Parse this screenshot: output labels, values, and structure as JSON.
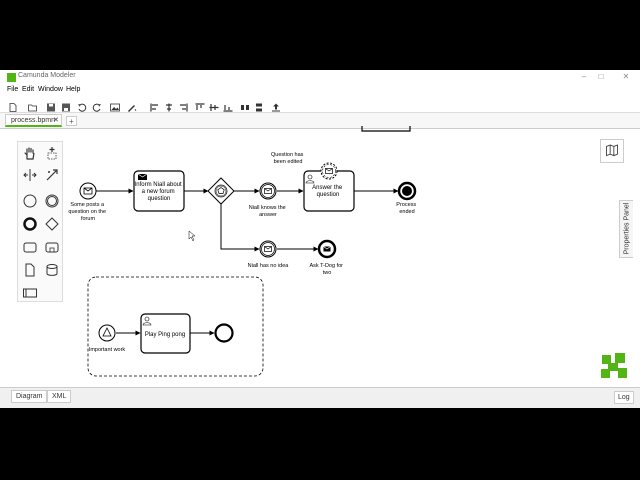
{
  "window": {
    "title": "Camunda Modeler",
    "controls": [
      "–",
      "□",
      "✕"
    ]
  },
  "menu": {
    "items": [
      "File",
      "Edit",
      "Window",
      "Help"
    ]
  },
  "tabs": {
    "active": "process.bpmn",
    "close": "✕",
    "add": "+"
  },
  "bottom": {
    "diagram": "Diagram",
    "xml": "XML",
    "log": "Log"
  },
  "properties_panel": {
    "label": "Properties Panel"
  },
  "diagram": {
    "start_event_label": [
      "Some posts a",
      "question on the",
      "forum"
    ],
    "task_inform": [
      "Inform Niall about",
      "a new forum",
      "question"
    ],
    "event_knows": [
      "Niall knows the",
      "answer"
    ],
    "event_no_idea": [
      "Niall has no idea"
    ],
    "boundary_label": [
      "Question has",
      "been edited"
    ],
    "task_answer": [
      "Answer the",
      "question"
    ],
    "end_process": [
      "Process",
      "ended"
    ],
    "end_tdog": [
      "Ask T-Dog for",
      "two"
    ],
    "subprocess_start": [
      "Important work"
    ],
    "task_pingpong": [
      "Play Ping pong"
    ]
  },
  "colors": {
    "accent": "#52b415",
    "stroke": "#000000"
  }
}
